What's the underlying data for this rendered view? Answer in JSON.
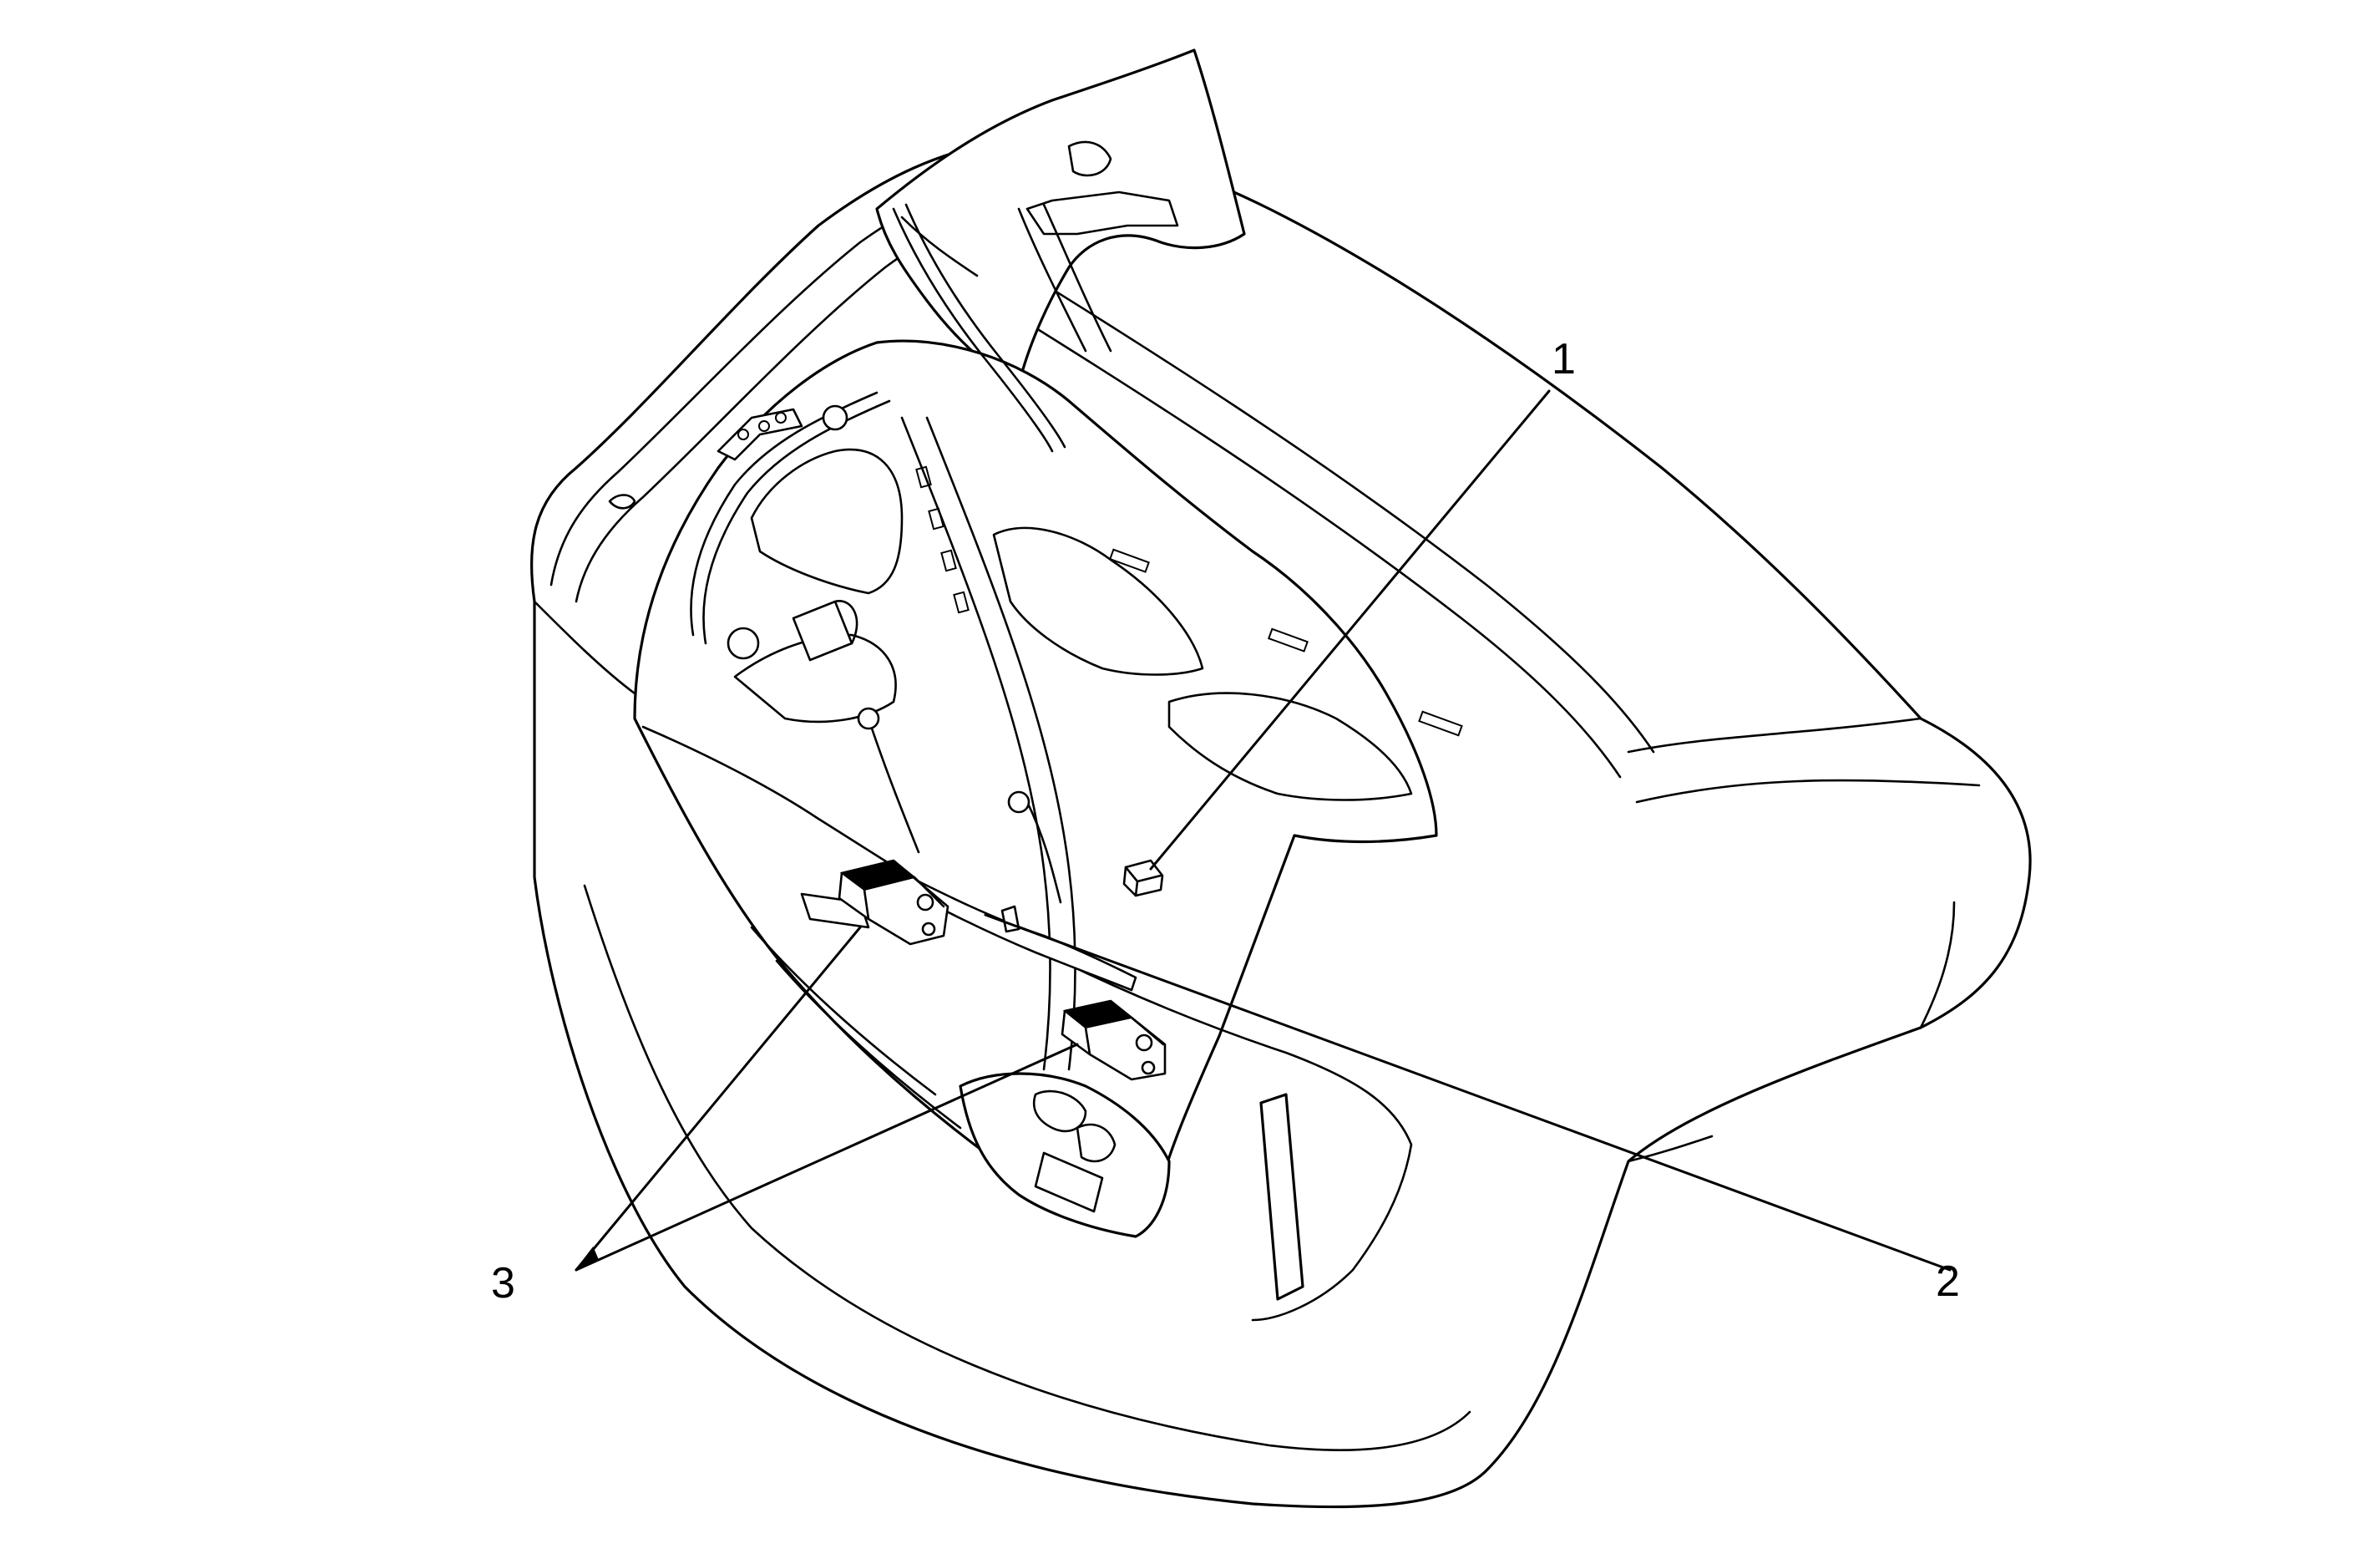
{
  "callouts": {
    "one": "1",
    "two": "2",
    "three": "3"
  }
}
